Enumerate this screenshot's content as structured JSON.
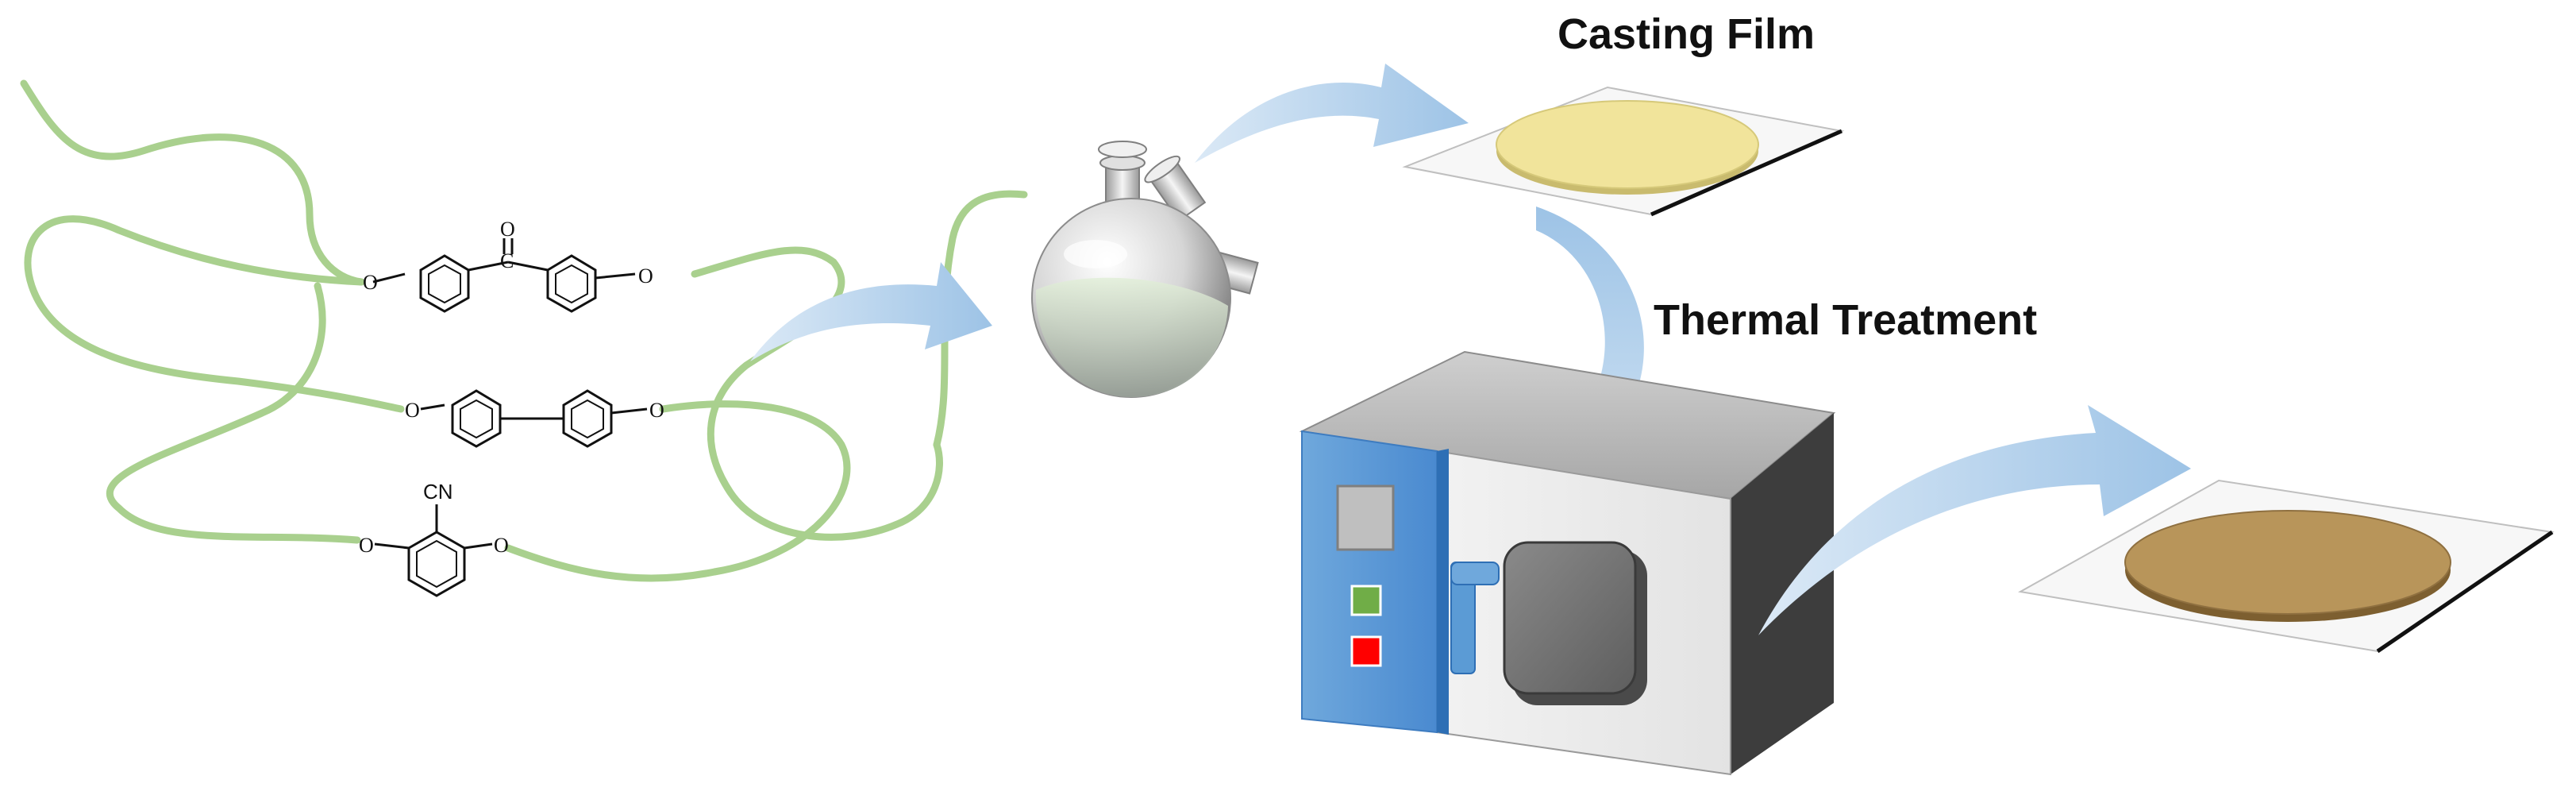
{
  "labels": {
    "casting_film": "Casting Film",
    "thermal_treatment": "Thermal Treatment"
  },
  "chem": {
    "o": "O",
    "c": "C",
    "cn": "CN"
  },
  "colors": {
    "polymer_chain": "#a9d08e",
    "arrow": "#9dc3e6",
    "film_before": "#f1e49b",
    "film_after": "#b8955a",
    "oven_panel": "#5b9bd5",
    "oven_body": "#d9d9d9",
    "oven_side": "#3d3d3d",
    "button_green": "#70ad47",
    "button_red": "#ff0000"
  },
  "icons": [
    "polymer-chain",
    "round-bottom-flask-icon",
    "casting-plate",
    "oven-icon",
    "treated-film-plate"
  ]
}
